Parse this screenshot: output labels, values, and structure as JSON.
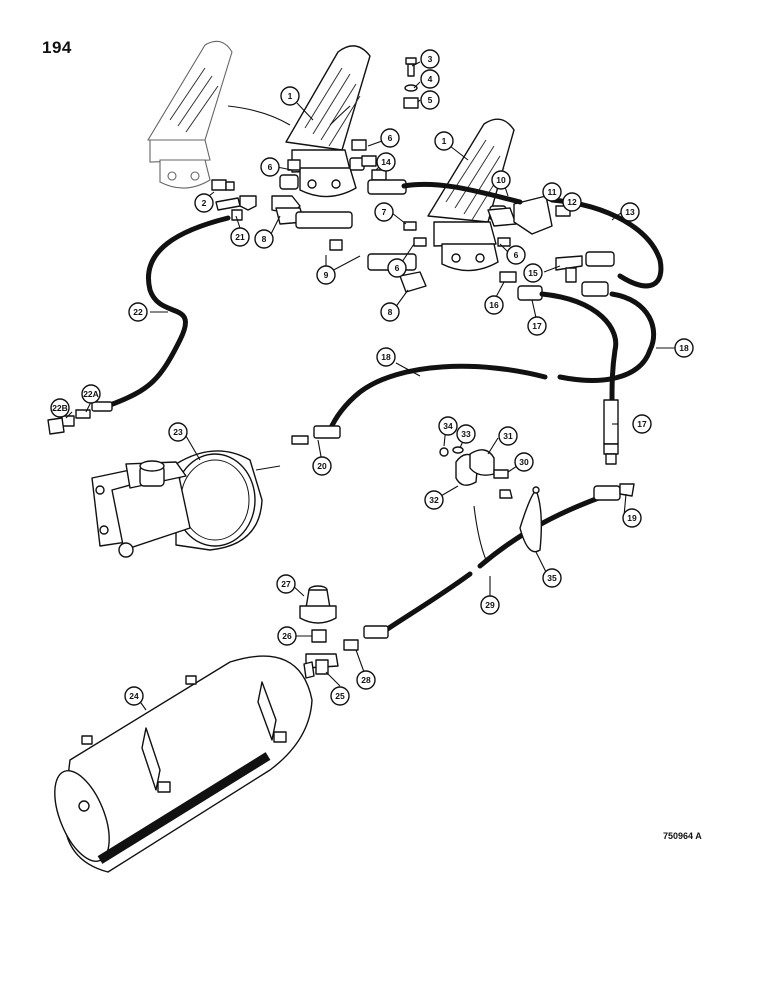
{
  "page_number": "194",
  "drawing_code": "750964 A",
  "callouts": [
    "1",
    "1",
    "2",
    "3",
    "4",
    "5",
    "6",
    "6",
    "6",
    "6",
    "7",
    "8",
    "8",
    "9",
    "10",
    "11",
    "12",
    "13",
    "14",
    "15",
    "16",
    "17",
    "17",
    "18",
    "18",
    "19",
    "20",
    "21",
    "22",
    "22A",
    "22B",
    "23",
    "24",
    "25",
    "26",
    "27",
    "28",
    "29",
    "30",
    "31",
    "32",
    "33",
    "34",
    "35"
  ]
}
